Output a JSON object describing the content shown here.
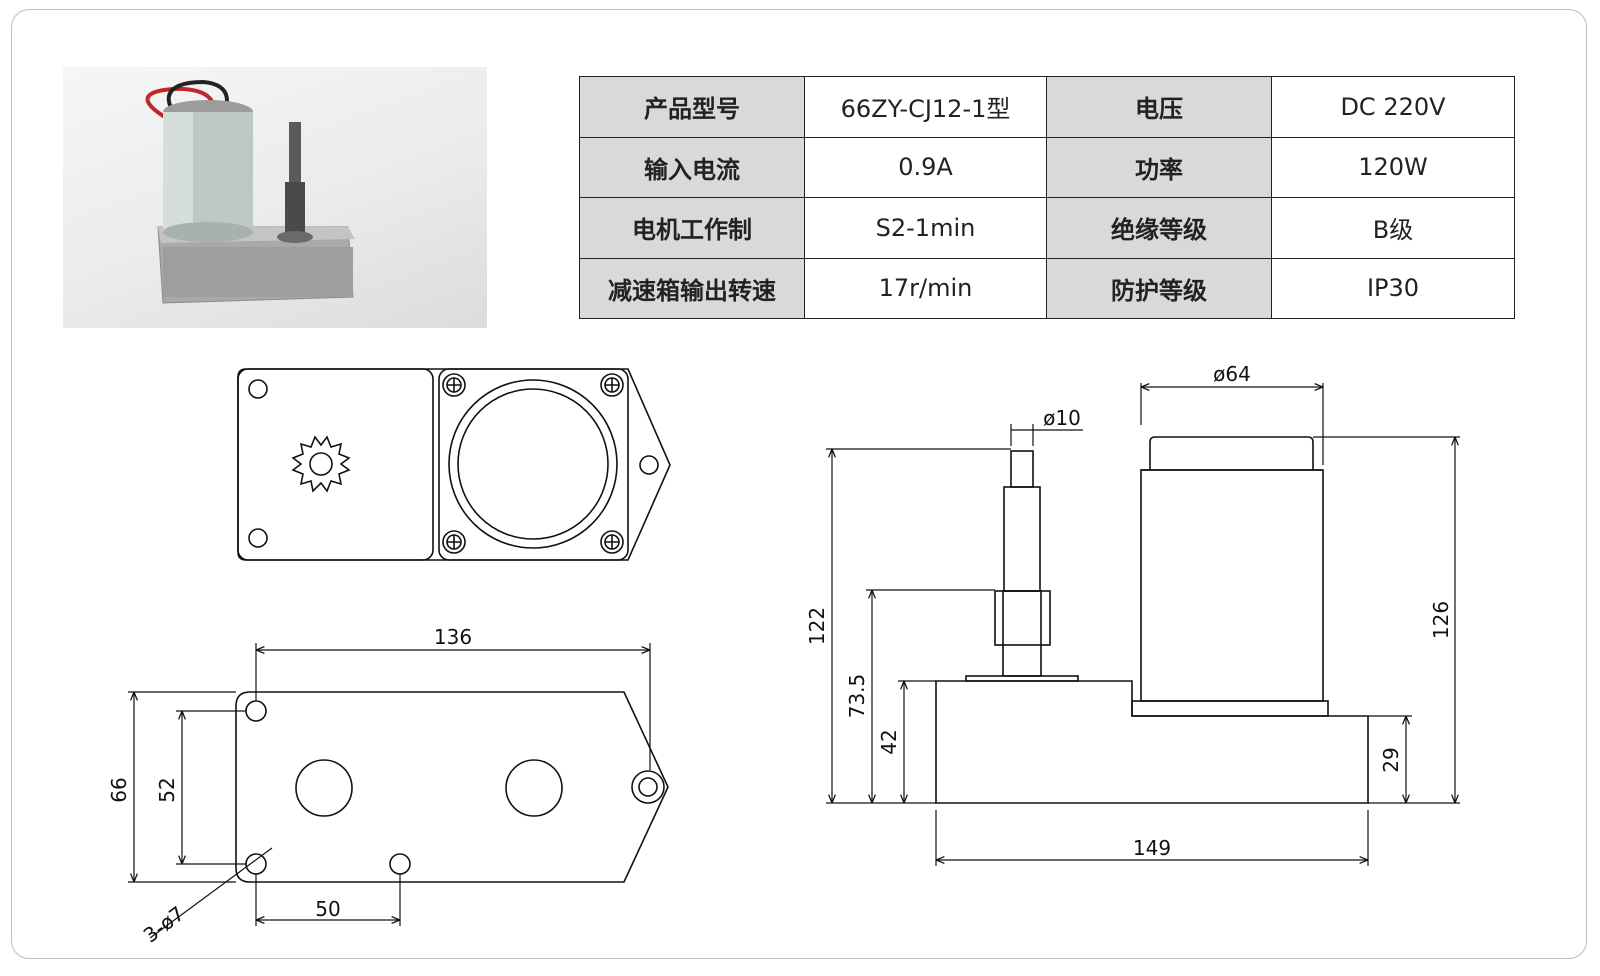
{
  "specs": {
    "rows": [
      {
        "k1": "产品型号",
        "v1": "66ZY-CJ12-1型",
        "k2": "电压",
        "v2": "DC  220V"
      },
      {
        "k1": "输入电流",
        "v1": "0.9A",
        "k2": "功率",
        "v2": "120W"
      },
      {
        "k1": "电机工作制",
        "v1": "S2-1min",
        "k2": "绝缘等级",
        "v2": "B级"
      },
      {
        "k1": "减速箱输出转速",
        "v1": "17r/min",
        "k2": "防护等级",
        "v2": "IP30"
      }
    ]
  },
  "bottom_view": {
    "length": "136",
    "width": "66",
    "hole_span": "52",
    "hole_pitch": "50",
    "holes": "3-ø7"
  },
  "side_view": {
    "motor_dia": "ø64",
    "shaft_dia": "ø10",
    "total_height": "122",
    "shaft_step_height": "73.5",
    "gearbox_height": "42",
    "motor_height": "126",
    "base_height": "29",
    "total_length": "149"
  },
  "colors": {
    "header_fill": "#d9d9d9",
    "line": "#222222"
  }
}
